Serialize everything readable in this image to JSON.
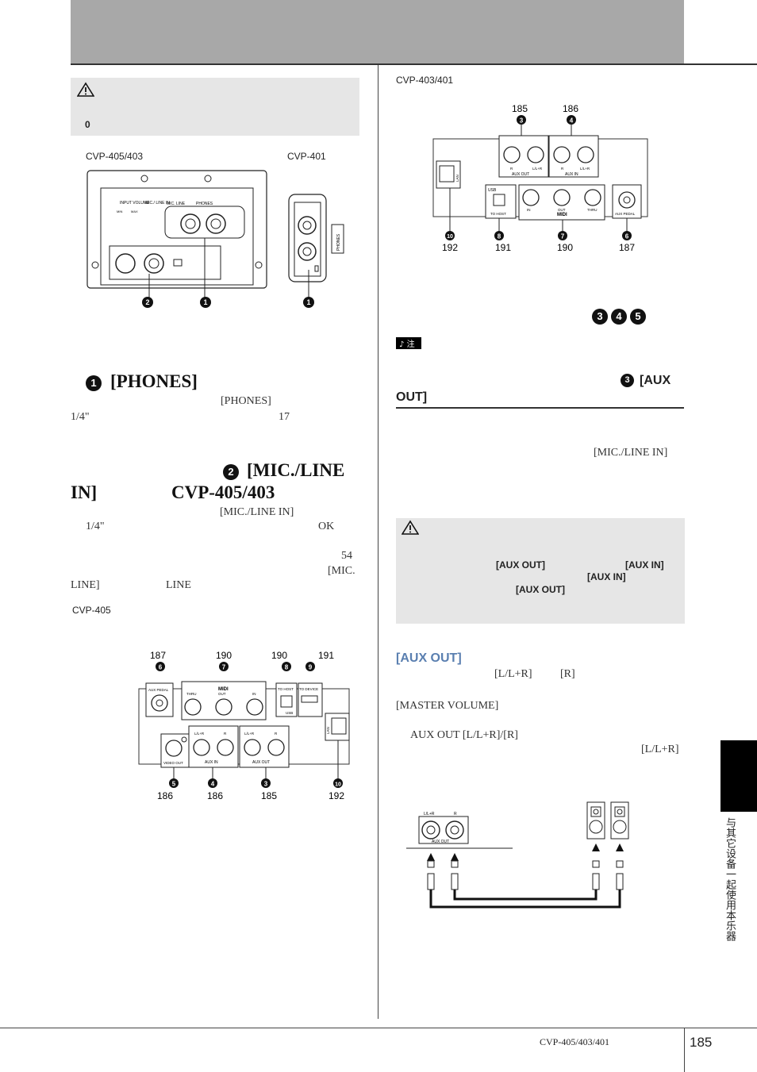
{
  "header": {},
  "left": {
    "caution_mark": "0",
    "model_label_a": "CVP-405/403",
    "model_label_b": "CVP-401",
    "panel": {
      "input_volume": "INPUT VOLUME",
      "mic_line_in": "MIC./ LINE IN",
      "mic_line": "MIC.  LINE",
      "phones": "PHONES",
      "min": "MIN",
      "max": "MAX",
      "phones_side": "PHONES"
    },
    "callouts": {
      "c2": "2",
      "c1a": "1",
      "c1b": "1"
    },
    "phones_heading": "[PHONES]",
    "phones_num": "1",
    "phones_line1": "[PHONES]",
    "phones_line2_a": "1/4\"",
    "phones_line2_b": "17",
    "mic_num": "2",
    "mic_heading_a": "[MIC./LINE",
    "mic_heading_b": "IN]",
    "mic_heading_c": "CVP-405/403",
    "mic_line1": "[MIC./LINE IN]",
    "mic_line2_a": "1/4\"",
    "mic_line2_b": "OK",
    "mic_line3": "54",
    "mic_line4_a": "[MIC.",
    "mic_line5_a": "LINE]",
    "mic_line5_b": "LINE",
    "cvp405_label": "CVP-405",
    "rear405": {
      "pages_top": [
        "187",
        "190",
        "190",
        "191"
      ],
      "nums_top": [
        "6",
        "7",
        "8",
        "9"
      ],
      "pages_bottom": [
        "186",
        "186",
        "185",
        "192"
      ],
      "nums_bottom": [
        "5",
        "4",
        "3",
        "10"
      ],
      "aux_pedal": "AUX PEDAL",
      "midi": "MIDI",
      "thru": "THRU",
      "out": "OUT",
      "in": "IN",
      "to_host": "TO HOST",
      "to_device": "TO DEVICE",
      "usb": "USB",
      "lan": "LAN",
      "video_out": "VIDEO OUT",
      "aux_in": "AUX  IN",
      "aux_out": "AUX  OUT",
      "l_lr": "L/L+R",
      "r": "R"
    }
  },
  "right": {
    "model_label": "CVP-403/401",
    "rear403": {
      "pages_top": [
        "185",
        "186"
      ],
      "nums_top": [
        "3",
        "4"
      ],
      "pages_bottom": [
        "192",
        "191",
        "190",
        "187"
      ],
      "nums_bottom": [
        "10",
        "8",
        "7",
        "6"
      ],
      "lan": "LAN",
      "usb": "USB",
      "to_host": "TO HOST",
      "aux_out": "AUX  OUT",
      "aux_in": "AUX  IN",
      "midi": "MIDI",
      "in": "IN",
      "out": "OUT",
      "thru": "THRU",
      "aux_pedal": "AUX PEDAL",
      "l_lr": "L/L+R",
      "r": "R"
    },
    "nums_345": [
      "3",
      "4",
      "5"
    ],
    "note_tag": "注",
    "aux_out_num": "3",
    "aux_out_head_a": "[AUX",
    "aux_out_head_b": "OUT]",
    "mic_line_ref": "[MIC./LINE IN]",
    "caution2_aux_out_1": "[AUX OUT]",
    "caution2_aux_in_1": "[AUX IN]",
    "caution2_aux_in_2": "[AUX IN]",
    "caution2_aux_out_2": "[AUX OUT]",
    "aux_out_sub": "[AUX OUT]",
    "line_a": "[L/L+R]",
    "line_b": "[R]",
    "master_volume": "[MASTER VOLUME]",
    "aux_out_lr": "AUX OUT [L/L+R]/[R]",
    "line_c": "[L/L+R]",
    "conn": {
      "l_lr": "L/L+R",
      "r": "R",
      "aux_out": "AUX OUT"
    }
  },
  "side_tab_text": "与其它设备一起使用本乐器",
  "footer": {
    "model": "CVP-405/403/401",
    "page": "185"
  }
}
